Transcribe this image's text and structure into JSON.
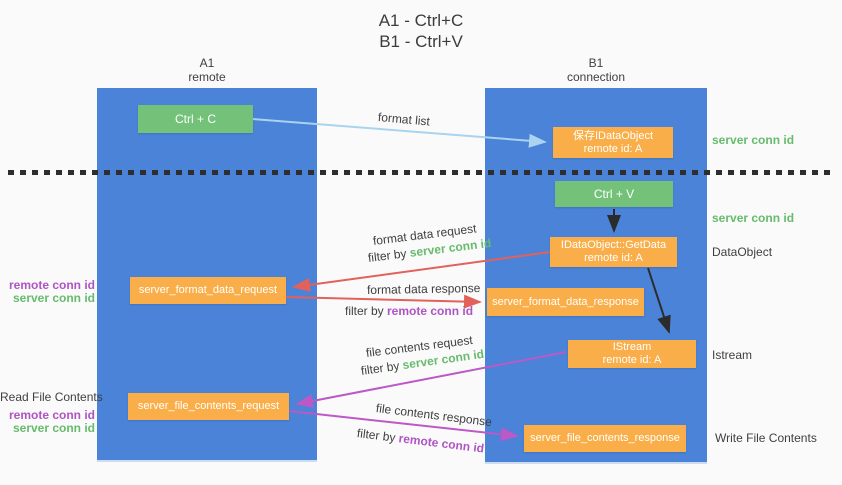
{
  "title": {
    "line1": "A1 - Ctrl+C",
    "line2": "B1 - Ctrl+V"
  },
  "lifelines": {
    "a1": {
      "name": "A1",
      "role": "remote"
    },
    "b1": {
      "name": "B1",
      "role": "connection"
    }
  },
  "nodes": {
    "ctrl_c": "Ctrl + C",
    "ctrl_v": "Ctrl + V",
    "save_dataobject_line1": "保存IDataObject",
    "save_dataobject_line2": "remote id: A",
    "getdata_line1": "IDataObject::GetData",
    "getdata_line2": "remote id: A",
    "istream_line1": "IStream",
    "istream_line2": "remote id: A",
    "server_format_data_request": "server_format_data_request",
    "server_format_data_response": "server_format_data_response",
    "server_file_contents_request": "server_file_contents_request",
    "server_file_contents_response": "server_file_contents_response"
  },
  "labels": {
    "format_list": "format list",
    "format_data_request": "format data request",
    "format_data_response": "format data response",
    "file_contents_request": "file contents request",
    "file_contents_response": "file contents response",
    "filter_by": "filter by ",
    "server_conn_id": "server conn id",
    "remote_conn_id": "remote conn id",
    "data_object": "DataObject",
    "istream": "Istream",
    "read_file_contents": "Read File Contents",
    "write_file_contents": "Write File Contents"
  },
  "colors": {
    "lifeline_blue": "#4a83d8",
    "node_green": "#74c27a",
    "node_orange": "#f9ae49",
    "arrow_light_blue": "#a9d3ee",
    "arrow_red": "#e2625b",
    "arrow_magenta": "#bb59c6",
    "arrow_black": "#2b2b2b",
    "text_green": "#67bb6d",
    "text_purple": "#b054c4",
    "text_dark": "#3f3f3f",
    "background": "#fafafa"
  }
}
